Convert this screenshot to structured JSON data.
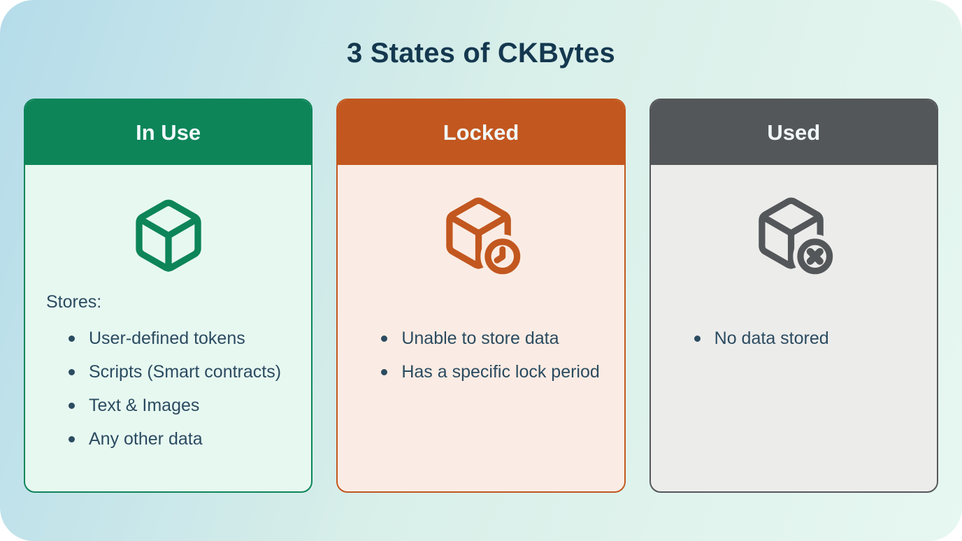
{
  "title": "3 States of CKBytes",
  "cards": [
    {
      "title": "In Use",
      "state": "in-use",
      "intro": "Stores:",
      "bullets": [
        "User-defined tokens",
        "Scripts (Smart contracts)",
        "Text & Images",
        "Any other data"
      ],
      "icon": "cube-icon",
      "accent_color": "#0d8559",
      "body_background": "#e7f8f1"
    },
    {
      "title": "Locked",
      "state": "locked",
      "bullets": [
        "Unable to store data",
        "Has a specific lock period"
      ],
      "icon": "cube-clock-icon",
      "accent_color": "#c2571f",
      "body_background": "#faece4"
    },
    {
      "title": "Used",
      "state": "used",
      "bullets": [
        "No data stored"
      ],
      "icon": "cube-x-icon",
      "accent_color": "#54575a",
      "body_background": "#ececeb"
    }
  ],
  "colors": {
    "title_text": "#14384f",
    "body_text": "#2b4b60",
    "header_text": "#f1f9fc",
    "background_gradient_start": "#b5dcea",
    "background_gradient_end": "#e7f7f1"
  }
}
